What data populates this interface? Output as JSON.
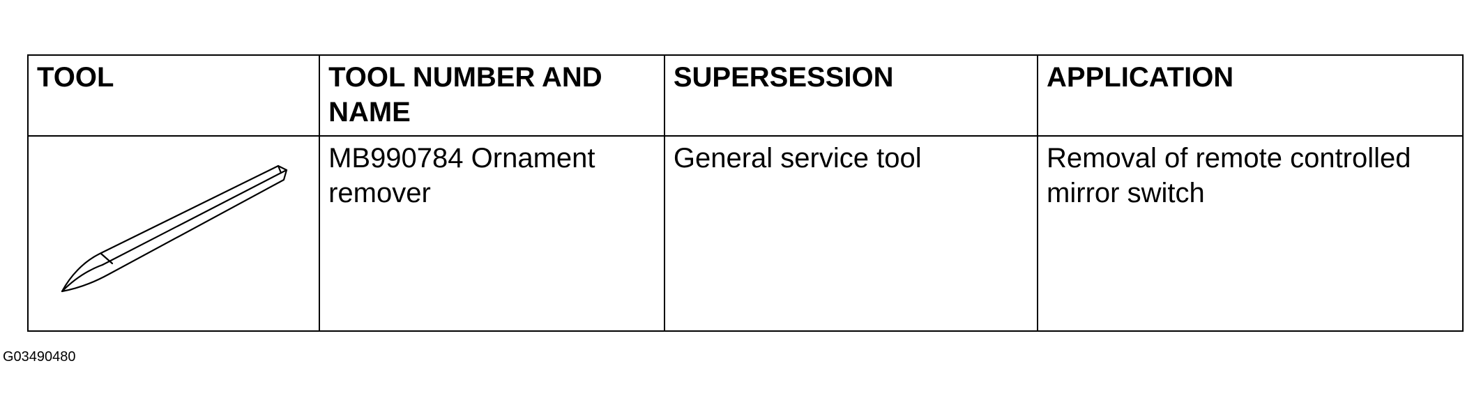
{
  "table": {
    "headers": {
      "tool": "TOOL",
      "tool_number_and_name": "TOOL NUMBER AND NAME",
      "supersession": "SUPERSESSION",
      "application": "APPLICATION"
    },
    "rows": [
      {
        "tool_icon": "ornament-remover-tool-illustration",
        "tool_number_and_name": "MB990784 Ornament remover",
        "supersession": "General service tool",
        "application": "Removal of remote controlled mirror switch"
      }
    ]
  },
  "figure_code": "G03490480"
}
